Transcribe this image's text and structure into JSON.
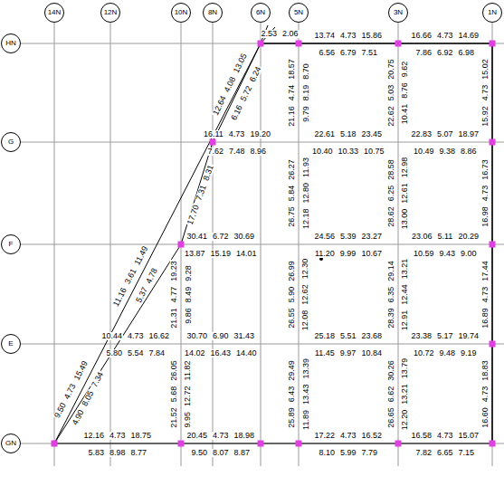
{
  "diagram": {
    "nodes": [
      {
        "text": [
          "14N"
        ]
      },
      {
        "text": [
          "12N"
        ]
      },
      {
        "text": [
          "10N"
        ]
      },
      {
        "text": [
          "8N"
        ]
      },
      {
        "text": [
          "6N"
        ]
      },
      {
        "text": [
          "5N"
        ]
      },
      {
        "text": [
          "3N"
        ]
      },
      {
        "text": [
          "1N"
        ]
      },
      {
        "text": [
          "HN"
        ]
      },
      {
        "text": [
          "G"
        ]
      },
      {
        "text": [
          "F"
        ]
      },
      {
        "text": [
          "E"
        ]
      },
      {
        "text": [
          "GN"
        ]
      }
    ],
    "labels": [
      "13.74",
      "4.73",
      "15.86",
      "6.56",
      "6.79",
      "7.51",
      "16.66",
      "4.73",
      "14.69",
      "7.86",
      "6.92",
      "6.98",
      "2.53",
      "2.06",
      "16.11",
      "4.73",
      "19.20",
      "7.62",
      "7.48",
      "8.96",
      "22.61",
      "5.18",
      "23.45",
      "10.40",
      "10.33",
      "10.75",
      "22.83",
      "5.07",
      "18.97",
      "10.49",
      "9.38",
      "8.86",
      "30.41",
      "6.72",
      "30.69",
      "13.87",
      "15.19",
      "14.01",
      "24.56",
      "5.39",
      "23.27",
      "11.20",
      "9.99",
      "10.67",
      "23.06",
      "5.11",
      "20.29",
      "10.59",
      "9.43",
      "9.00",
      "10.44",
      "4.73",
      "16.62",
      "5.80",
      "5.54",
      "7.84",
      "30.70",
      "6.90",
      "31.43",
      "14.02",
      "16.43",
      "14.40",
      "25.18",
      "5.51",
      "23.68",
      "11.45",
      "9.97",
      "10.84",
      "23.38",
      "5.17",
      "19.74",
      "10.72",
      "9.48",
      "9.19",
      "12.16",
      "4.73",
      "18.75",
      "5.83",
      "8.98",
      "8.77",
      "20.45",
      "4.73",
      "18.98",
      "9.50",
      "8.07",
      "8.87",
      "17.22",
      "4.73",
      "16.52",
      "8.10",
      "5.99",
      "7.79",
      "16.58",
      "4.73",
      "15.07",
      "7.82",
      "6.65",
      "7.15",
      "21.16",
      "4.74",
      "18.57",
      "9.79",
      "8.19",
      "8.70",
      "26.75",
      "5.84",
      "26.27",
      "12.18",
      "12.80",
      "11.93",
      "26.55",
      "5.90",
      "26.99",
      "12.08",
      "12.62",
      "12.30",
      "25.89",
      "6.43",
      "29.49",
      "11.89",
      "13.43",
      "13.39",
      "22.62",
      "5.03",
      "20.75",
      "10.41",
      "8.76",
      "9.62",
      "28.62",
      "6.25",
      "28.58",
      "13.00",
      "12.61",
      "12.98",
      "28.39",
      "6.35",
      "29.14",
      "12.91",
      "12.44",
      "13.21",
      "26.65",
      "6.62",
      "30.26",
      "12.20",
      "13.21",
      "13.79",
      "15.92",
      "4.73",
      "15.02",
      "16.98",
      "4.73",
      "16.73",
      "16.89",
      "4.73",
      "17.44",
      "16.60",
      "4.73",
      "18.83",
      "21.31",
      "4.77",
      "19.23",
      "9.86",
      "8.49",
      "9.28",
      "21.52",
      "5.68",
      "26.05",
      "9.95",
      "12.72",
      "11.82",
      "9.50",
      "4.73",
      "15.49",
      "4.90",
      "8.05",
      "7.34",
      "11.16",
      "3.61",
      "11.49",
      "5.37",
      "4.78",
      "12.64",
      "4.08",
      "13.05",
      "6.16",
      "5.72",
      "6.24",
      "17.70",
      "7.31",
      "8.31"
    ]
  }
}
